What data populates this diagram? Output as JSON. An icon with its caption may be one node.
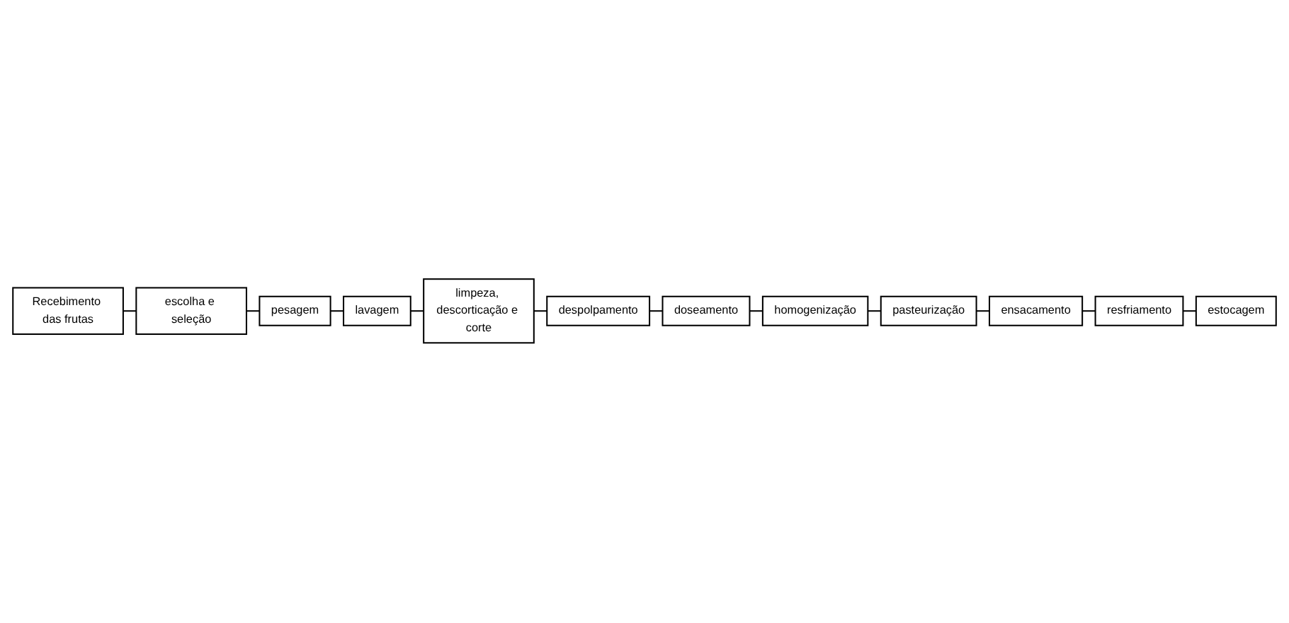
{
  "diagram": {
    "nodes": [
      {
        "text": [
          "Recebimento das frutas"
        ]
      },
      {
        "text": [
          "escolha e seleção"
        ]
      },
      {
        "text": [
          "pesagem"
        ]
      },
      {
        "text": [
          "lavagem"
        ]
      },
      {
        "text": [
          "limpeza, descorticação e corte"
        ]
      },
      {
        "text": [
          "despolpamento"
        ]
      },
      {
        "text": [
          "doseamento"
        ]
      },
      {
        "text": [
          "homogenização"
        ]
      },
      {
        "text": [
          "pasteurização"
        ]
      },
      {
        "text": [
          "ensacamento"
        ]
      },
      {
        "text": [
          "resfriamento"
        ]
      },
      {
        "text": [
          "estocagem"
        ]
      }
    ],
    "edges": [
      {
        "from": 0,
        "to": 1,
        "arrow": "none"
      },
      {
        "from": 1,
        "to": 2,
        "arrow": "none"
      },
      {
        "from": 2,
        "to": 3,
        "arrow": "none"
      },
      {
        "from": 3,
        "to": 4,
        "arrow": "none"
      },
      {
        "from": 4,
        "to": 5,
        "arrow": "none"
      },
      {
        "from": 5,
        "to": 6,
        "arrow": "none"
      },
      {
        "from": 6,
        "to": 7,
        "arrow": "none"
      },
      {
        "from": 7,
        "to": 8,
        "arrow": "none"
      },
      {
        "from": 8,
        "to": 9,
        "arrow": "none"
      },
      {
        "from": 9,
        "to": 10,
        "arrow": "none"
      },
      {
        "from": 10,
        "to": 11,
        "arrow": "none"
      }
    ]
  }
}
